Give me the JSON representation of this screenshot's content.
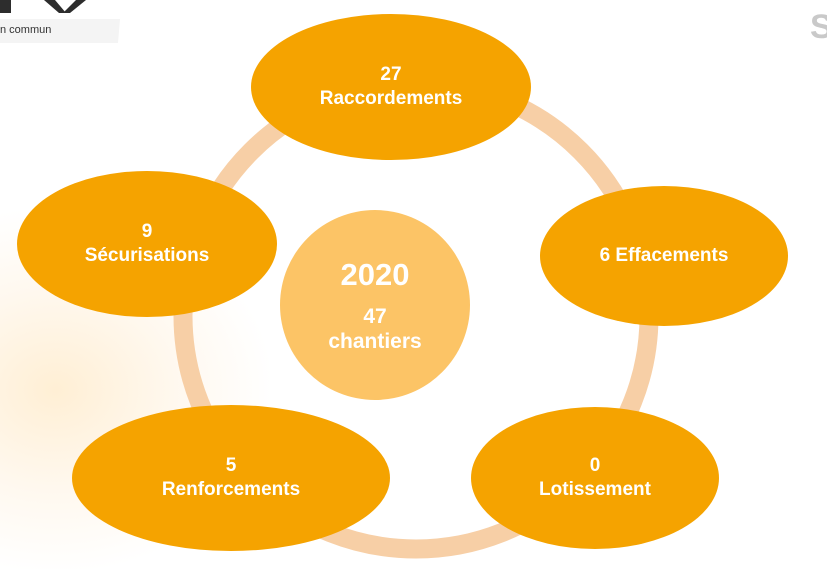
{
  "logo": {
    "text": "n commun"
  },
  "corner_text": "S",
  "diagram": {
    "center": {
      "year": "2020",
      "count_line1": "47",
      "count_line2": "chantiers"
    },
    "nodes": [
      {
        "id": "raccordements",
        "line1": "27",
        "line2": "Raccordements"
      },
      {
        "id": "effacements",
        "line1": "6 Effacements",
        "line2": ""
      },
      {
        "id": "lotissement",
        "line1": "0",
        "line2": "Lotissement"
      },
      {
        "id": "renforcements",
        "line1": "5",
        "line2": "Renforcements"
      },
      {
        "id": "securisations",
        "line1": "9",
        "line2": "Sécurisations"
      }
    ]
  },
  "colors": {
    "node_fill": "#F5A300",
    "center_fill": "#FCC466",
    "ring": "#F7CFA6",
    "text": "#FFFFFF"
  }
}
